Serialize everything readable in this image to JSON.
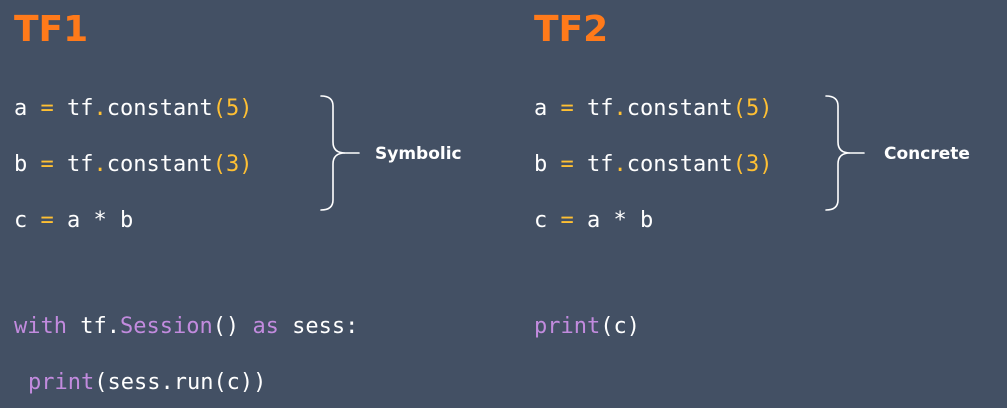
{
  "tf1": {
    "title": "TF1",
    "brace_label": "Symbolic",
    "lines": {
      "a": {
        "var": "a",
        "op": "=",
        "call": " tf",
        "dot": ".",
        "method": "constant",
        "lp": "(",
        "arg": "5",
        "rp": ")"
      },
      "b": {
        "var": "b",
        "op": "=",
        "call": " tf",
        "dot": ".",
        "method": "constant",
        "lp": "(",
        "arg": "3",
        "rp": ")"
      },
      "c": {
        "var": "c",
        "op": "=",
        "rest": " a * b"
      },
      "with": {
        "kw1": "with",
        "mid1": " tf.",
        "cls": "Session",
        "mid2": "() ",
        "kw2": "as",
        "rest": " sess:"
      },
      "print": {
        "fn": "print",
        "rest": "(sess.run(c))"
      }
    }
  },
  "tf2": {
    "title": "TF2",
    "brace_label": "Concrete",
    "lines": {
      "a": {
        "var": "a",
        "op": "=",
        "call": " tf",
        "dot": ".",
        "method": "constant",
        "lp": "(",
        "arg": "5",
        "rp": ")"
      },
      "b": {
        "var": "b",
        "op": "=",
        "call": " tf",
        "dot": ".",
        "method": "constant",
        "lp": "(",
        "arg": "3",
        "rp": ")"
      },
      "c": {
        "var": "c",
        "op": "=",
        "rest": " a * b"
      },
      "print": {
        "fn": "print",
        "rest": "(c)"
      }
    }
  },
  "colors": {
    "background": "#435064",
    "title": "#ff7a1a",
    "operator": "#ffc033",
    "keyword": "#c28bde",
    "text": "#ffffff"
  }
}
